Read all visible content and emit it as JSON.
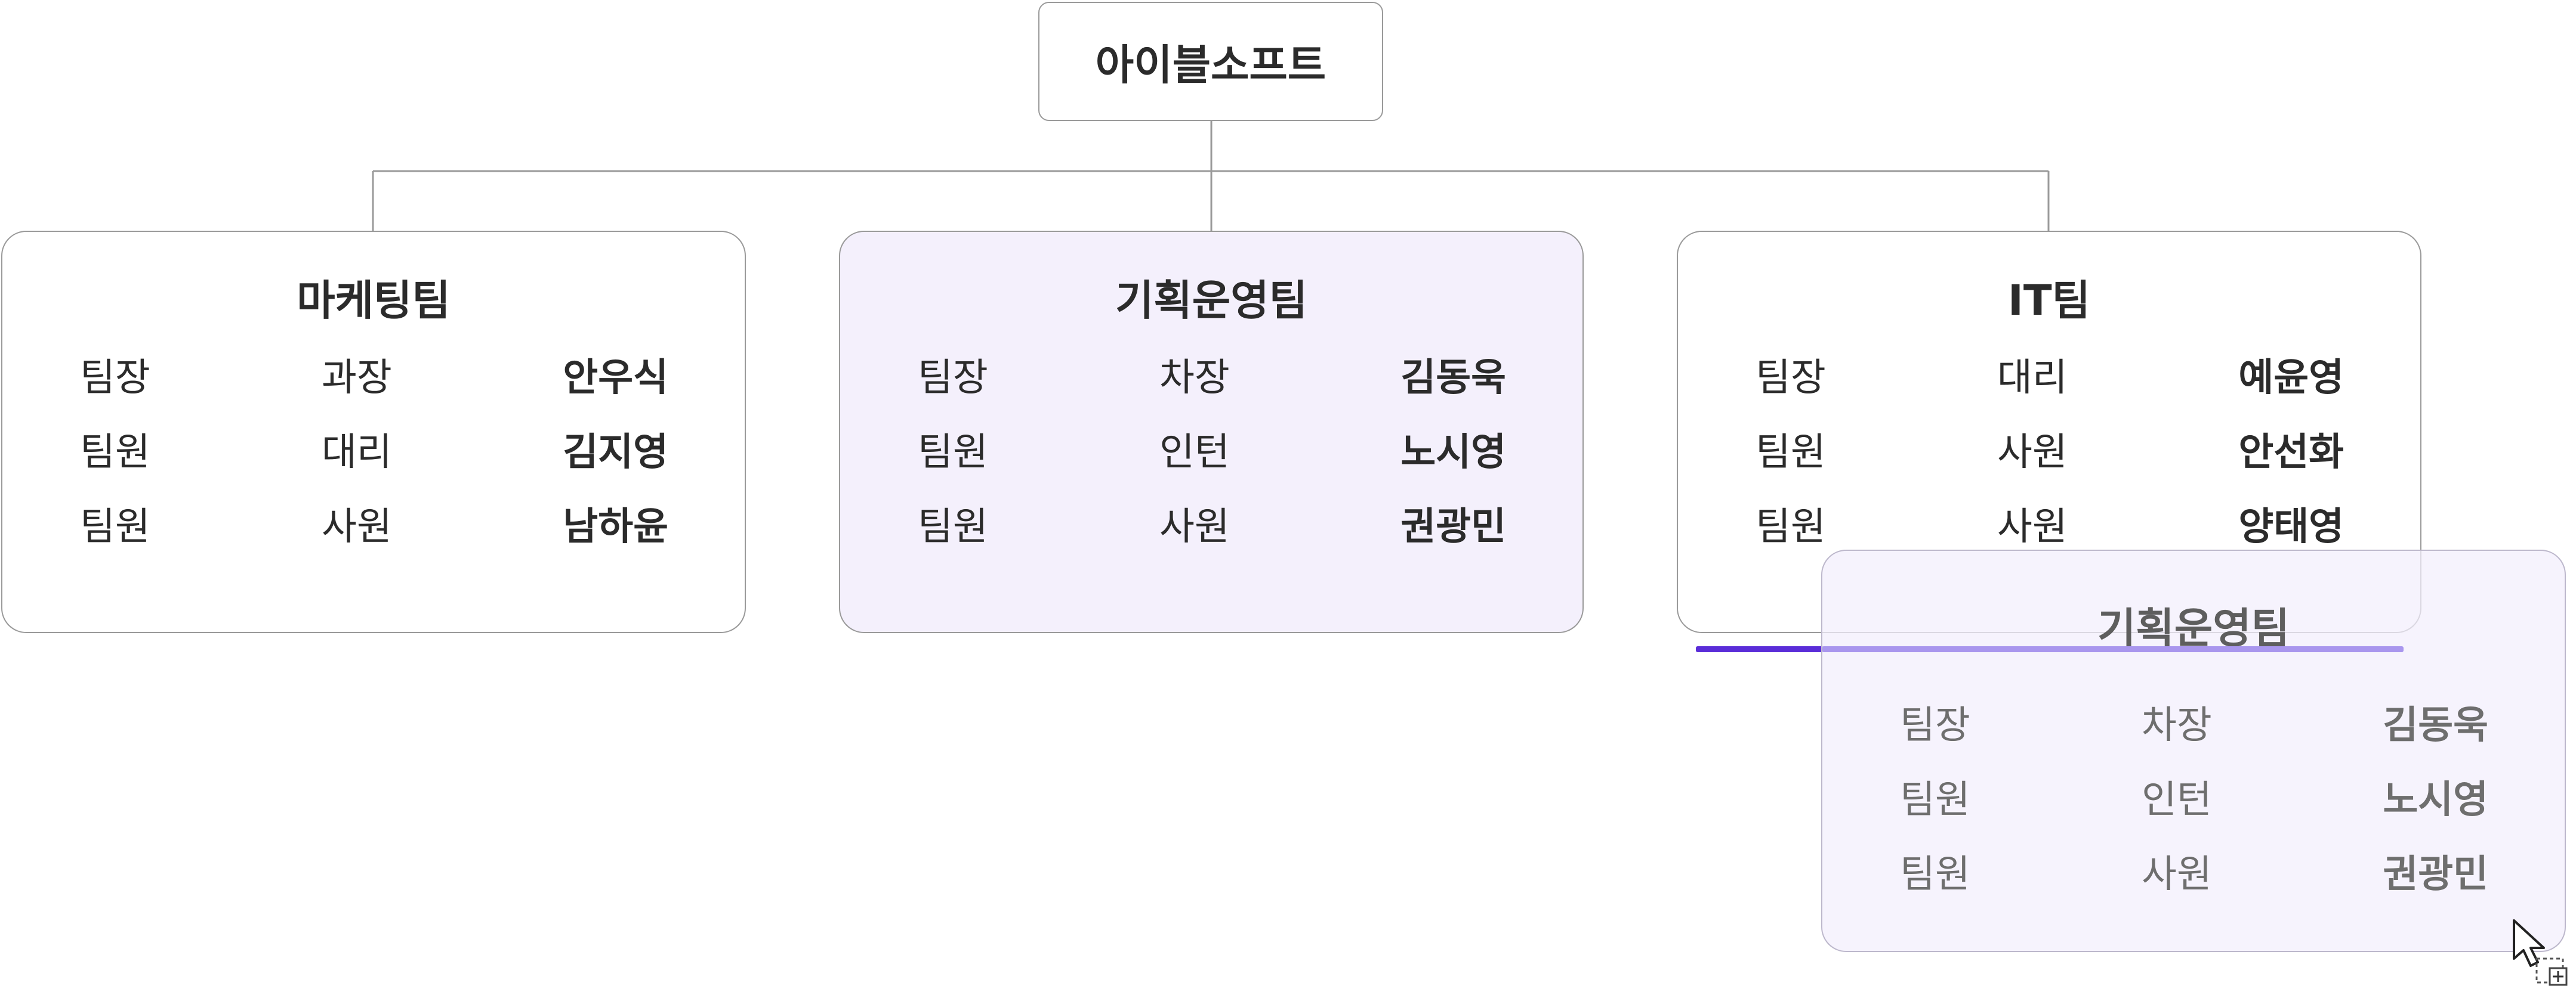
{
  "org": {
    "root": "아이블소프트",
    "teams": [
      {
        "name": "마케팅팀",
        "members": [
          {
            "role": "팀장",
            "title": "과장",
            "name": "안우식"
          },
          {
            "role": "팀원",
            "title": "대리",
            "name": "김지영"
          },
          {
            "role": "팀원",
            "title": "사원",
            "name": "남하윤"
          }
        ]
      },
      {
        "name": "기획운영팀",
        "members": [
          {
            "role": "팀장",
            "title": "차장",
            "name": "김동욱"
          },
          {
            "role": "팀원",
            "title": "인턴",
            "name": "노시영"
          },
          {
            "role": "팀원",
            "title": "사원",
            "name": "권광민"
          }
        ]
      },
      {
        "name": "IT팀",
        "members": [
          {
            "role": "팀장",
            "title": "대리",
            "name": "예윤영"
          },
          {
            "role": "팀원",
            "title": "사원",
            "name": "안선화"
          },
          {
            "role": "팀원",
            "title": "사원",
            "name": "양태영"
          }
        ]
      }
    ]
  },
  "drag": {
    "ghost": {
      "name": "기획운영팀",
      "members": [
        {
          "role": "팀장",
          "title": "차장",
          "name": "김동욱"
        },
        {
          "role": "팀원",
          "title": "인턴",
          "name": "노시영"
        },
        {
          "role": "팀원",
          "title": "사원",
          "name": "권광민"
        }
      ]
    }
  },
  "colors": {
    "card_border": "#9a9a9a",
    "selected_fill": "#f4f0fc",
    "drop_indicator": "#5a2dd8",
    "text": "#2b2b2b"
  },
  "icons": {
    "cursor": "drag-copy-cursor-icon"
  }
}
